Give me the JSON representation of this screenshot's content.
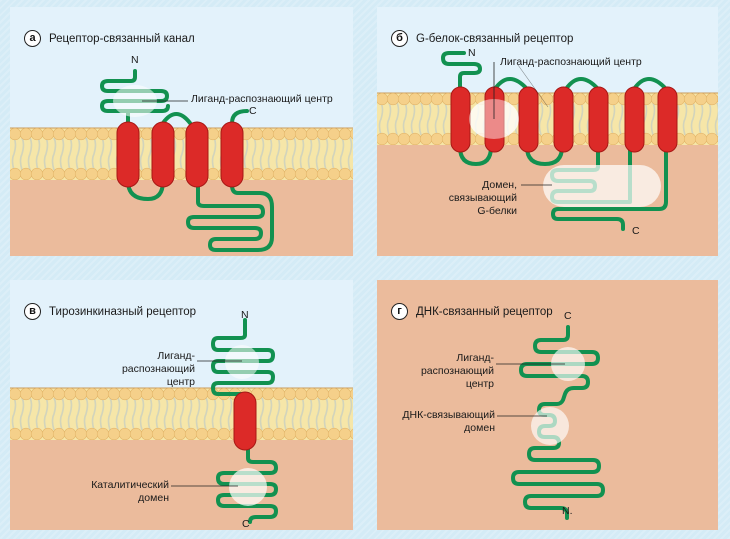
{
  "figure": {
    "colors": {
      "background": "#d4ebf6",
      "extracellular": "#e3f2fb",
      "cytoplasm": "#ebbb9c",
      "membrane": "#f6e6a8",
      "lipid_head": "#f5d08a",
      "helix": "#dc2a28",
      "chain": "#129150",
      "highlight": "#ffffff"
    },
    "panels": [
      {
        "id": "a",
        "badge": "а",
        "title": "Рецептор-связанный канал",
        "n_terminus": "N",
        "c_terminus": "C",
        "labels": [
          "Лиганд-распознающий центр"
        ],
        "transmembrane_segments": 4
      },
      {
        "id": "b",
        "badge": "б",
        "title": "G-белок-связанный рецептор",
        "n_terminus": "N",
        "c_terminus": "C",
        "labels": [
          "Лиганд-распознающий центр",
          "Домен,",
          "связывающий",
          "G-белки"
        ],
        "transmembrane_segments": 7
      },
      {
        "id": "v",
        "badge": "в",
        "title": "Тирозинкиназный рецептор",
        "n_terminus": "N",
        "c_terminus": "C",
        "labels": [
          "Лиганд-",
          "распознающий",
          "центр",
          "Каталитический",
          "домен"
        ],
        "transmembrane_segments": 1
      },
      {
        "id": "g",
        "badge": "г",
        "title": "ДНК-связанный рецептор",
        "n_terminus": "N.",
        "c_terminus": "C",
        "labels": [
          "Лиганд-",
          "распознающий",
          "центр",
          "ДНК-связывающий",
          "домен"
        ],
        "transmembrane_segments": 0
      }
    ]
  }
}
